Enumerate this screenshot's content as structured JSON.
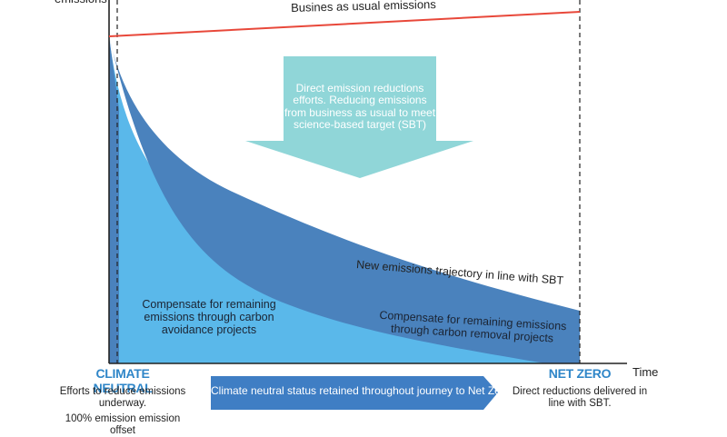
{
  "labels": {
    "y_axis": "emissions",
    "x_axis": "Time",
    "business_as_usual": "Busines as usual emissions",
    "reduction_arrow": "Direct emission reductions efforts. Reducing emissions from business as usual to meet science-based target (SBT)",
    "new_trajectory": "New emissions trajectory in line with SBT",
    "avoidance": "Compensate for remaining emissions through carbon avoidance projects",
    "removal": "Compensate for remaining emissions through carbon removal projects",
    "climate_neutral_title": "CLIMATE NEUTRAL",
    "climate_neutral_desc": "Efforts to reduce emissions underway.",
    "climate_neutral_extra": "100% emission emission offset",
    "net_zero_title": "NET ZERO",
    "net_zero_desc": "Direct reductions delivered in line with SBT.",
    "journey": "Climate neutral status retained throughout journey to Net Zero"
  },
  "colors": {
    "avoidance_area": "#5ab8ea",
    "removal_area": "#4a82bd",
    "reduction_arrow": "#90d6d8",
    "bau_line": "#e8483a",
    "journey_arrow": "#3f7ec4",
    "milestone_title": "#2f86c8"
  }
}
